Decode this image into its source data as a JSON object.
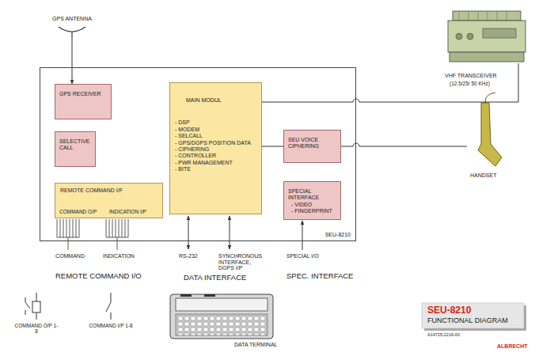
{
  "diagram": {
    "nodes": [
      {
        "text": [
          "GPS ANTENNA"
        ]
      },
      {
        "text": [
          "VHF TRANSCEIVER",
          "(12.5/25/ 50 KHz)"
        ]
      },
      {
        "text": [
          "SEU-8210"
        ]
      },
      {
        "text": [
          "GPS RECEIVER"
        ],
        "in": 2
      },
      {
        "text": [
          "MAIN MODUL",
          "- DSP",
          "- MODEM",
          "- SELCALL",
          "- GPS/DGPS POSITION DATA",
          "- CIPHERING",
          "- CONTROLLER",
          "- PWR MANAGEMENT",
          "- BITE"
        ],
        "in": 2
      },
      {
        "text": [
          "SELECTIVE CALL"
        ],
        "in": 2
      },
      {
        "text": [
          "SEU VOICE CIPHERING"
        ],
        "in": 2
      },
      {
        "text": [
          "HANDSET"
        ]
      },
      {
        "text": [
          "REMOTE COMMAND I/F",
          "COMMAND O/P",
          "INDICATION I/P"
        ],
        "in": 2
      },
      {
        "text": [
          "SPECIAL INTERFACE",
          "- VIDEO",
          "- FINGERPRINT"
        ],
        "in": 2
      }
    ],
    "edges": [
      {
        "from": 0,
        "to": 3,
        "arrow": "to"
      },
      {
        "from": 4,
        "to": 1,
        "arrow": "none"
      },
      {
        "from": 4,
        "to": 6,
        "arrow": "none"
      },
      {
        "from": 6,
        "to": 7,
        "arrow": "none"
      }
    ],
    "labels": [
      "COMMAND",
      "INDICATION",
      "RS-232",
      "SYNCHRONOUS INTERFACE, DGPS I/P",
      "SPECIAL I/O",
      "REMOTE COMMAND I/O",
      "DATA INTERFACE",
      "SPEC. INTERFACE",
      "COMMAND O/P 1-8",
      "COMMAND I/P 1-8",
      "DATA TERMINAL",
      "SEU-8210",
      "FUNCTIONAL DIAGRAM",
      "A14725-2216-00",
      "ALBRECHT"
    ]
  }
}
